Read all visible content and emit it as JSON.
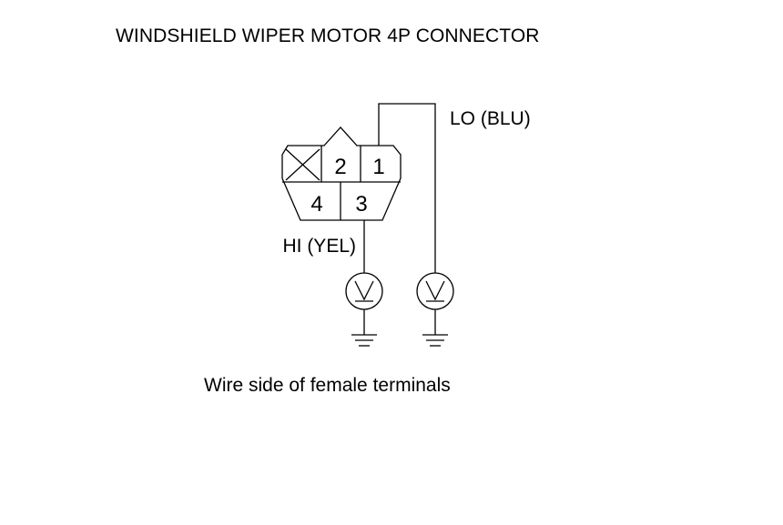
{
  "diagram": {
    "title": "WINDSHIELD WIPER MOTOR 4P CONNECTOR",
    "caption": "Wire side of female terminals",
    "wires": {
      "lo": "LO (BLU)",
      "hi": "HI (YEL)"
    },
    "terminals": {
      "t1": "1",
      "t2": "2",
      "t3": "3",
      "t4": "4"
    }
  }
}
